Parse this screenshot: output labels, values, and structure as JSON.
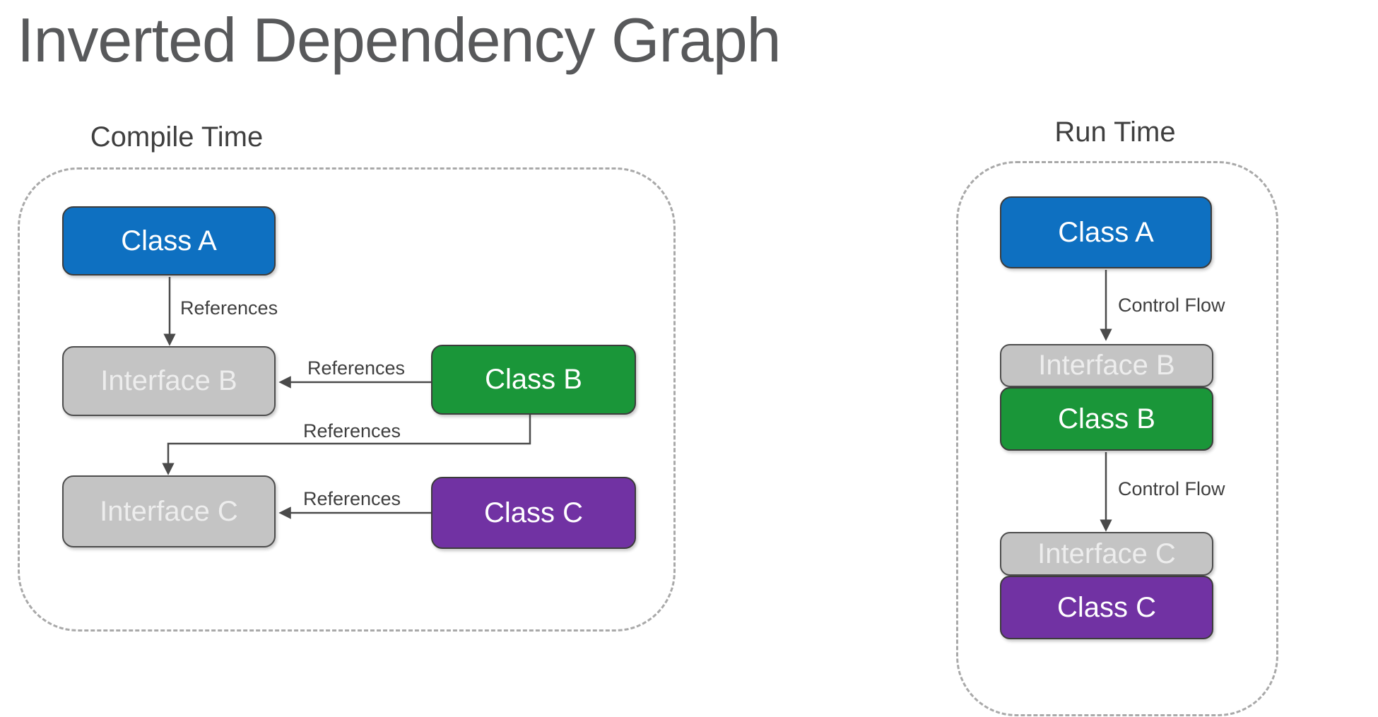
{
  "title": "Inverted Dependency Graph",
  "sections": {
    "compile_time": {
      "label": "Compile Time",
      "nodes": {
        "class_a": "Class A",
        "interface_b": "Interface B",
        "class_b": "Class B",
        "interface_c": "Interface C",
        "class_c": "Class C"
      },
      "edge_labels": {
        "a_to_interface_b": "References",
        "class_b_to_interface_b": "References",
        "class_b_to_interface_c": "References",
        "class_c_to_interface_c": "References"
      }
    },
    "run_time": {
      "label": "Run Time",
      "nodes": {
        "class_a": "Class A",
        "interface_b": "Interface B",
        "class_b": "Class B",
        "interface_c": "Interface C",
        "class_c": "Class C"
      },
      "edge_labels": {
        "a_to_b": "Control Flow",
        "b_to_c": "Control Flow"
      }
    }
  },
  "colors": {
    "class_blue": "#0e70c1",
    "class_green": "#1a9639",
    "class_purple": "#7132a3",
    "interface_gray": "#c4c4c4",
    "node_border": "#3c3c3c",
    "dashed_border": "#a9a9a9",
    "arrow": "#4a4a4a",
    "label_text": "#3f3f3f",
    "title_text": "#58595b",
    "background": "#ffffff"
  }
}
